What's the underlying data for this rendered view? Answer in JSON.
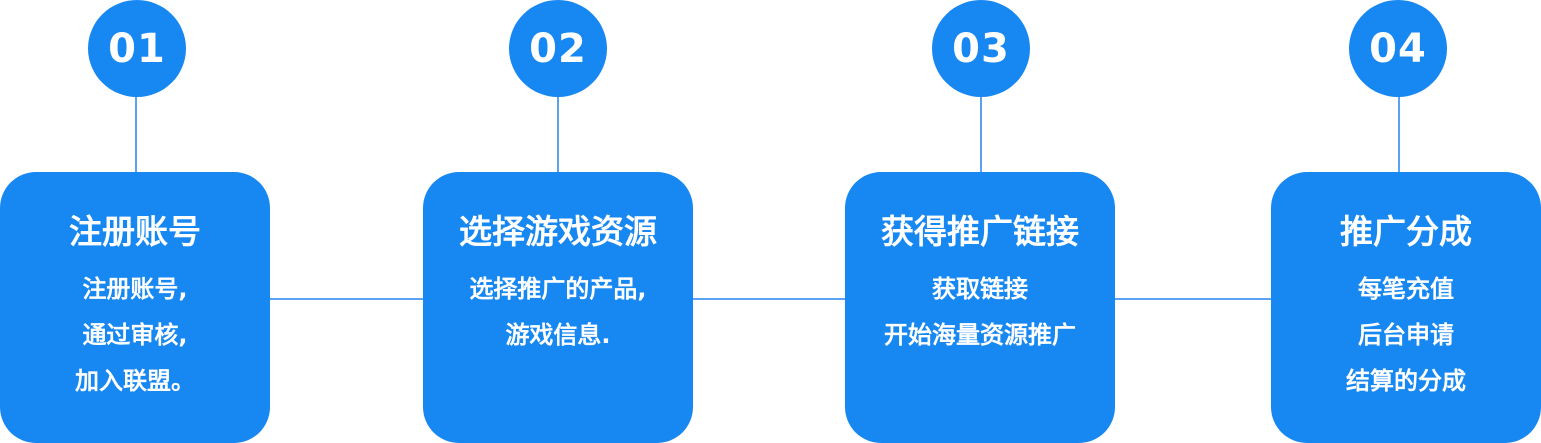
{
  "steps": [
    {
      "number": "01",
      "title": "注册账号",
      "lines": [
        "注册账号,",
        "通过审核,",
        "加入联盟。"
      ]
    },
    {
      "number": "02",
      "title": "选择游戏资源",
      "lines": [
        "选择推广的产品,",
        "游戏信息."
      ]
    },
    {
      "number": "03",
      "title": "获得推广链接",
      "lines": [
        "获取链接",
        "开始海量资源推广"
      ]
    },
    {
      "number": "04",
      "title": "推广分成",
      "lines": [
        "每笔充值",
        "后台申请",
        "结算的分成"
      ]
    }
  ],
  "colors": {
    "accent": "#1787f2",
    "connector": "#5aa2f2",
    "text": "#ffffff",
    "background": "#ffffff"
  }
}
